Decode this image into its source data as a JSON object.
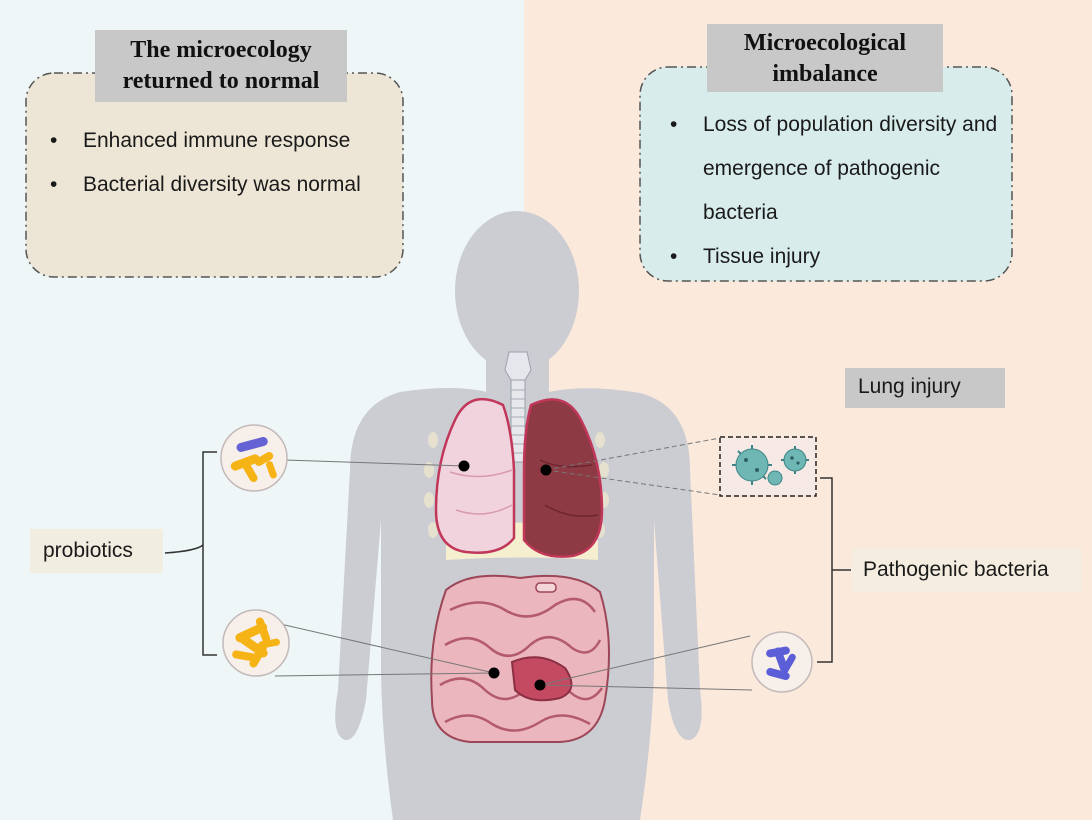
{
  "left_panel": {
    "title": "The microecology returned to normal",
    "bullets": [
      "Enhanced immune response",
      "Bacterial diversity was normal"
    ]
  },
  "right_panel": {
    "title": "Microecological imbalance",
    "bullets": [
      "Loss of population diversity and emergence of pathogenic bacteria",
      "Tissue injury"
    ]
  },
  "labels": {
    "probiotics": "probiotics",
    "lung_injury": "Lung injury",
    "pathogenic_bacteria": "Pathogenic bacteria"
  },
  "colors": {
    "left_background": "#eef6f8",
    "right_background": "#fbe9dc",
    "healthy_lung": "#f1d3dd",
    "injured_lung": "#8e3a44",
    "intestine": "#ebb6bd",
    "probiotic_bacteria": "#f5b316",
    "pathogenic_bacteria": "#5b5ed6",
    "virus": "#6fb7b5",
    "body_silhouette": "#cbcdd2"
  }
}
